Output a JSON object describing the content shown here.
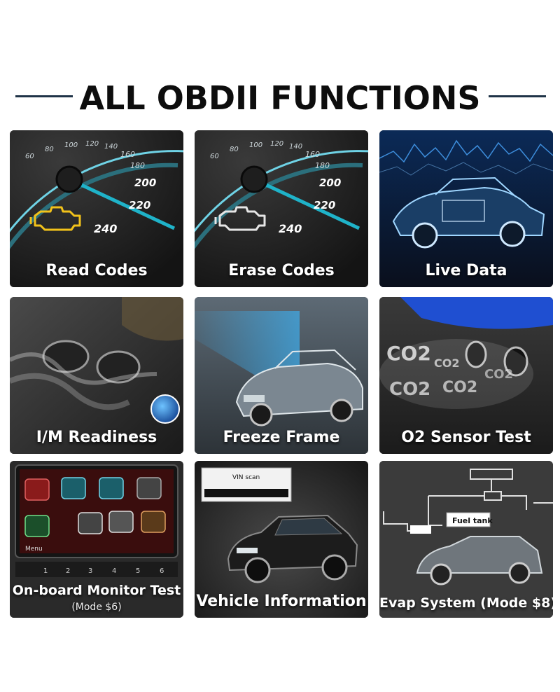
{
  "header": {
    "title": "ALL OBDII FUNCTIONS"
  },
  "tiles": [
    {
      "label": "Read Codes",
      "gauge": [
        "60",
        "80",
        "100",
        "120",
        "140",
        "160",
        "180",
        "200",
        "220",
        "240"
      ]
    },
    {
      "label": "Erase Codes",
      "gauge": [
        "60",
        "80",
        "100",
        "120",
        "140",
        "160",
        "180",
        "200",
        "220",
        "240"
      ]
    },
    {
      "label": "Live Data"
    },
    {
      "label": "I/M Readiness"
    },
    {
      "label": "Freeze Frame"
    },
    {
      "label": "O2 Sensor Test",
      "art_text": [
        "CO2",
        "CO2",
        "CO2",
        "CO2",
        "CO2"
      ]
    },
    {
      "label": "On-board Monitor Test",
      "sublabel": "(Mode $6)",
      "keys": [
        "1",
        "2",
        "3",
        "4",
        "5",
        "6"
      ],
      "menu": "Menu"
    },
    {
      "label": "Vehicle Information",
      "art_text": [
        "VIN scan"
      ]
    },
    {
      "label": "Evap System (Mode $8)",
      "art_text": [
        "Fuel tank"
      ]
    }
  ],
  "colors": {
    "title": "#0d0d0d",
    "rule": "#1f3347",
    "tile_bg": "#2b2b2b",
    "gauge_cyan": "#1fb3c9",
    "engine_light": "#f2c21a",
    "holo_blue": "#3fa9e6"
  }
}
